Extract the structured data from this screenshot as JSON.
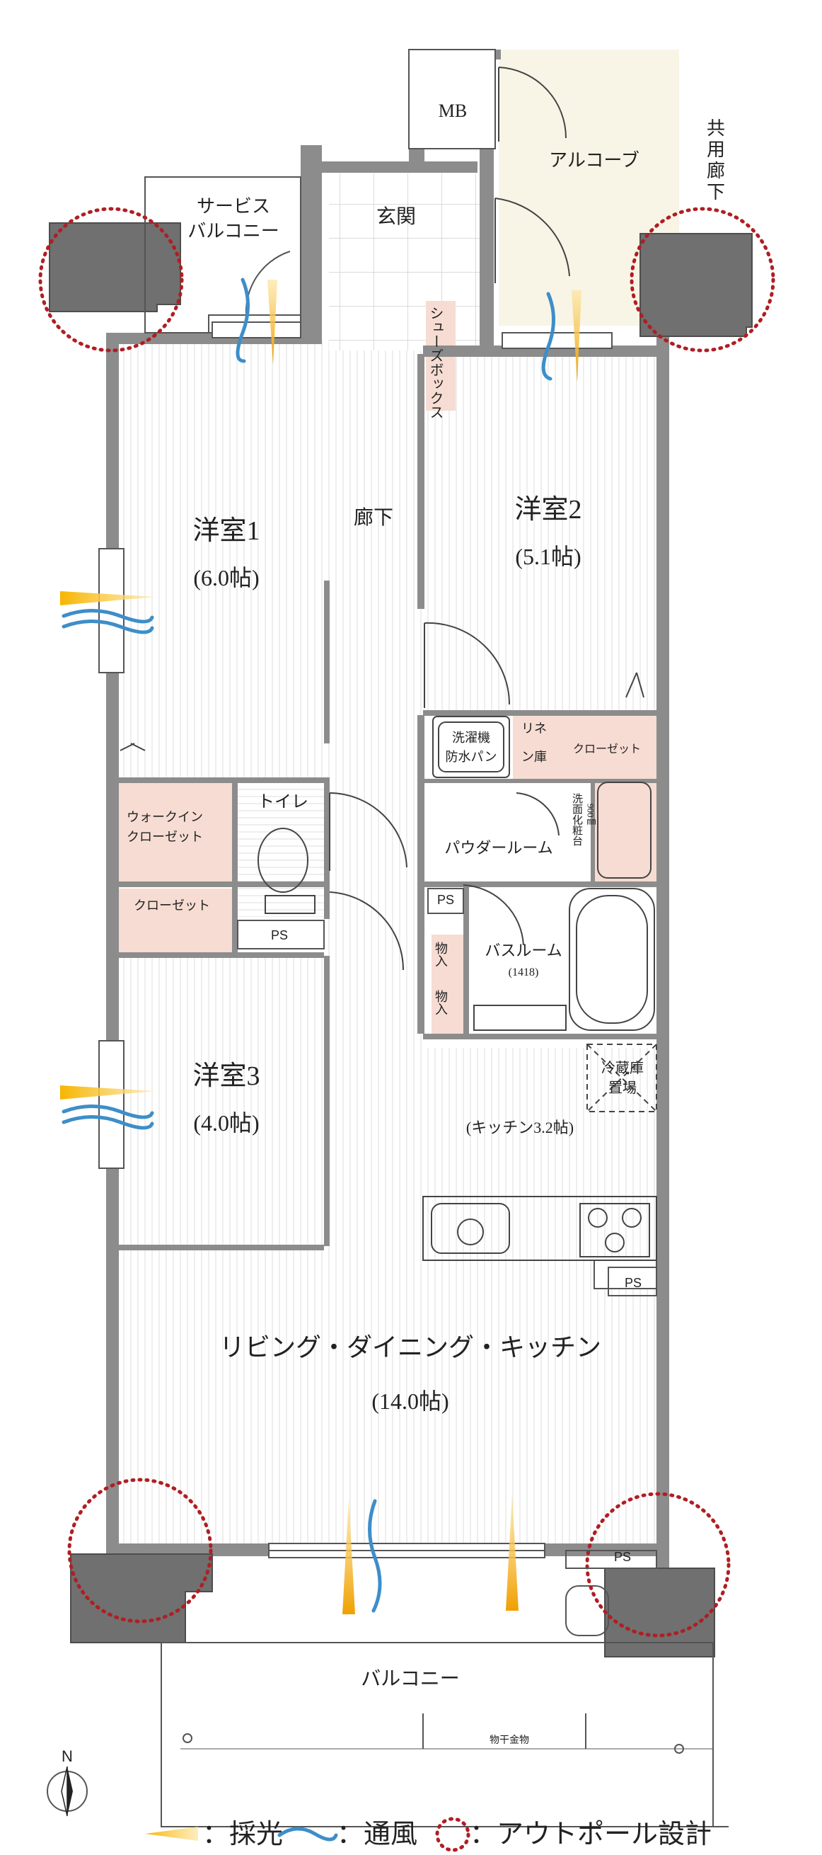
{
  "rooms": {
    "western_room_1": {
      "name": "洋室1",
      "size": "(6.0帖)"
    },
    "western_room_2": {
      "name": "洋室2",
      "size": "(5.1帖)"
    },
    "western_room_3": {
      "name": "洋室3",
      "size": "(4.0帖)"
    },
    "ldk": {
      "name": "リビング・ダイニング・キッチン",
      "size": "(14.0帖)"
    },
    "kitchen": "(キッチン3.2帖)",
    "entrance": "玄関",
    "hallway": "廊下",
    "alcove": "アルコーブ",
    "service_balcony": [
      "サービス",
      "バルコニー"
    ],
    "shoe_box": "シューズボックス",
    "mb": "MB",
    "common_corridor": [
      "共",
      "用",
      "廊",
      "下"
    ],
    "walkin_closet": [
      "ウォークイン",
      "クローゼット"
    ],
    "closet_lower": "クローゼット",
    "closet_upper": "クローゼット",
    "toilet": "トイレ",
    "powder_room": "パウダールーム",
    "washer_pan": [
      "洗濯機",
      "防水パン"
    ],
    "linen": [
      "リネ",
      "ン庫"
    ],
    "vanity": [
      "洗面化粧台",
      "900㎜"
    ],
    "bathroom": {
      "name": "バスルーム",
      "size": "(1418)"
    },
    "storage_1": "物入",
    "storage_2": "物入",
    "fridge": [
      "冷蔵庫",
      "置場"
    ],
    "balcony": "バルコニー",
    "drying_rack": "物干金物",
    "ps_labels": [
      "PS",
      "PS",
      "PS",
      "PS"
    ]
  },
  "compass": "N",
  "legend": {
    "light": "：採光",
    "wind": "：通風",
    "outpole": "：アウトポール設計"
  },
  "colors": {
    "wall": "#8c8c8c",
    "pillar": "#707070",
    "flooring_line": "#e6e6e6",
    "storage_fill": "#f6dcd2",
    "alcove_fill": "#f8f5e6",
    "light_arrow": "#f0a800",
    "wind_arrow": "#3d8ec9",
    "outpole_circle": "#b01e23"
  }
}
